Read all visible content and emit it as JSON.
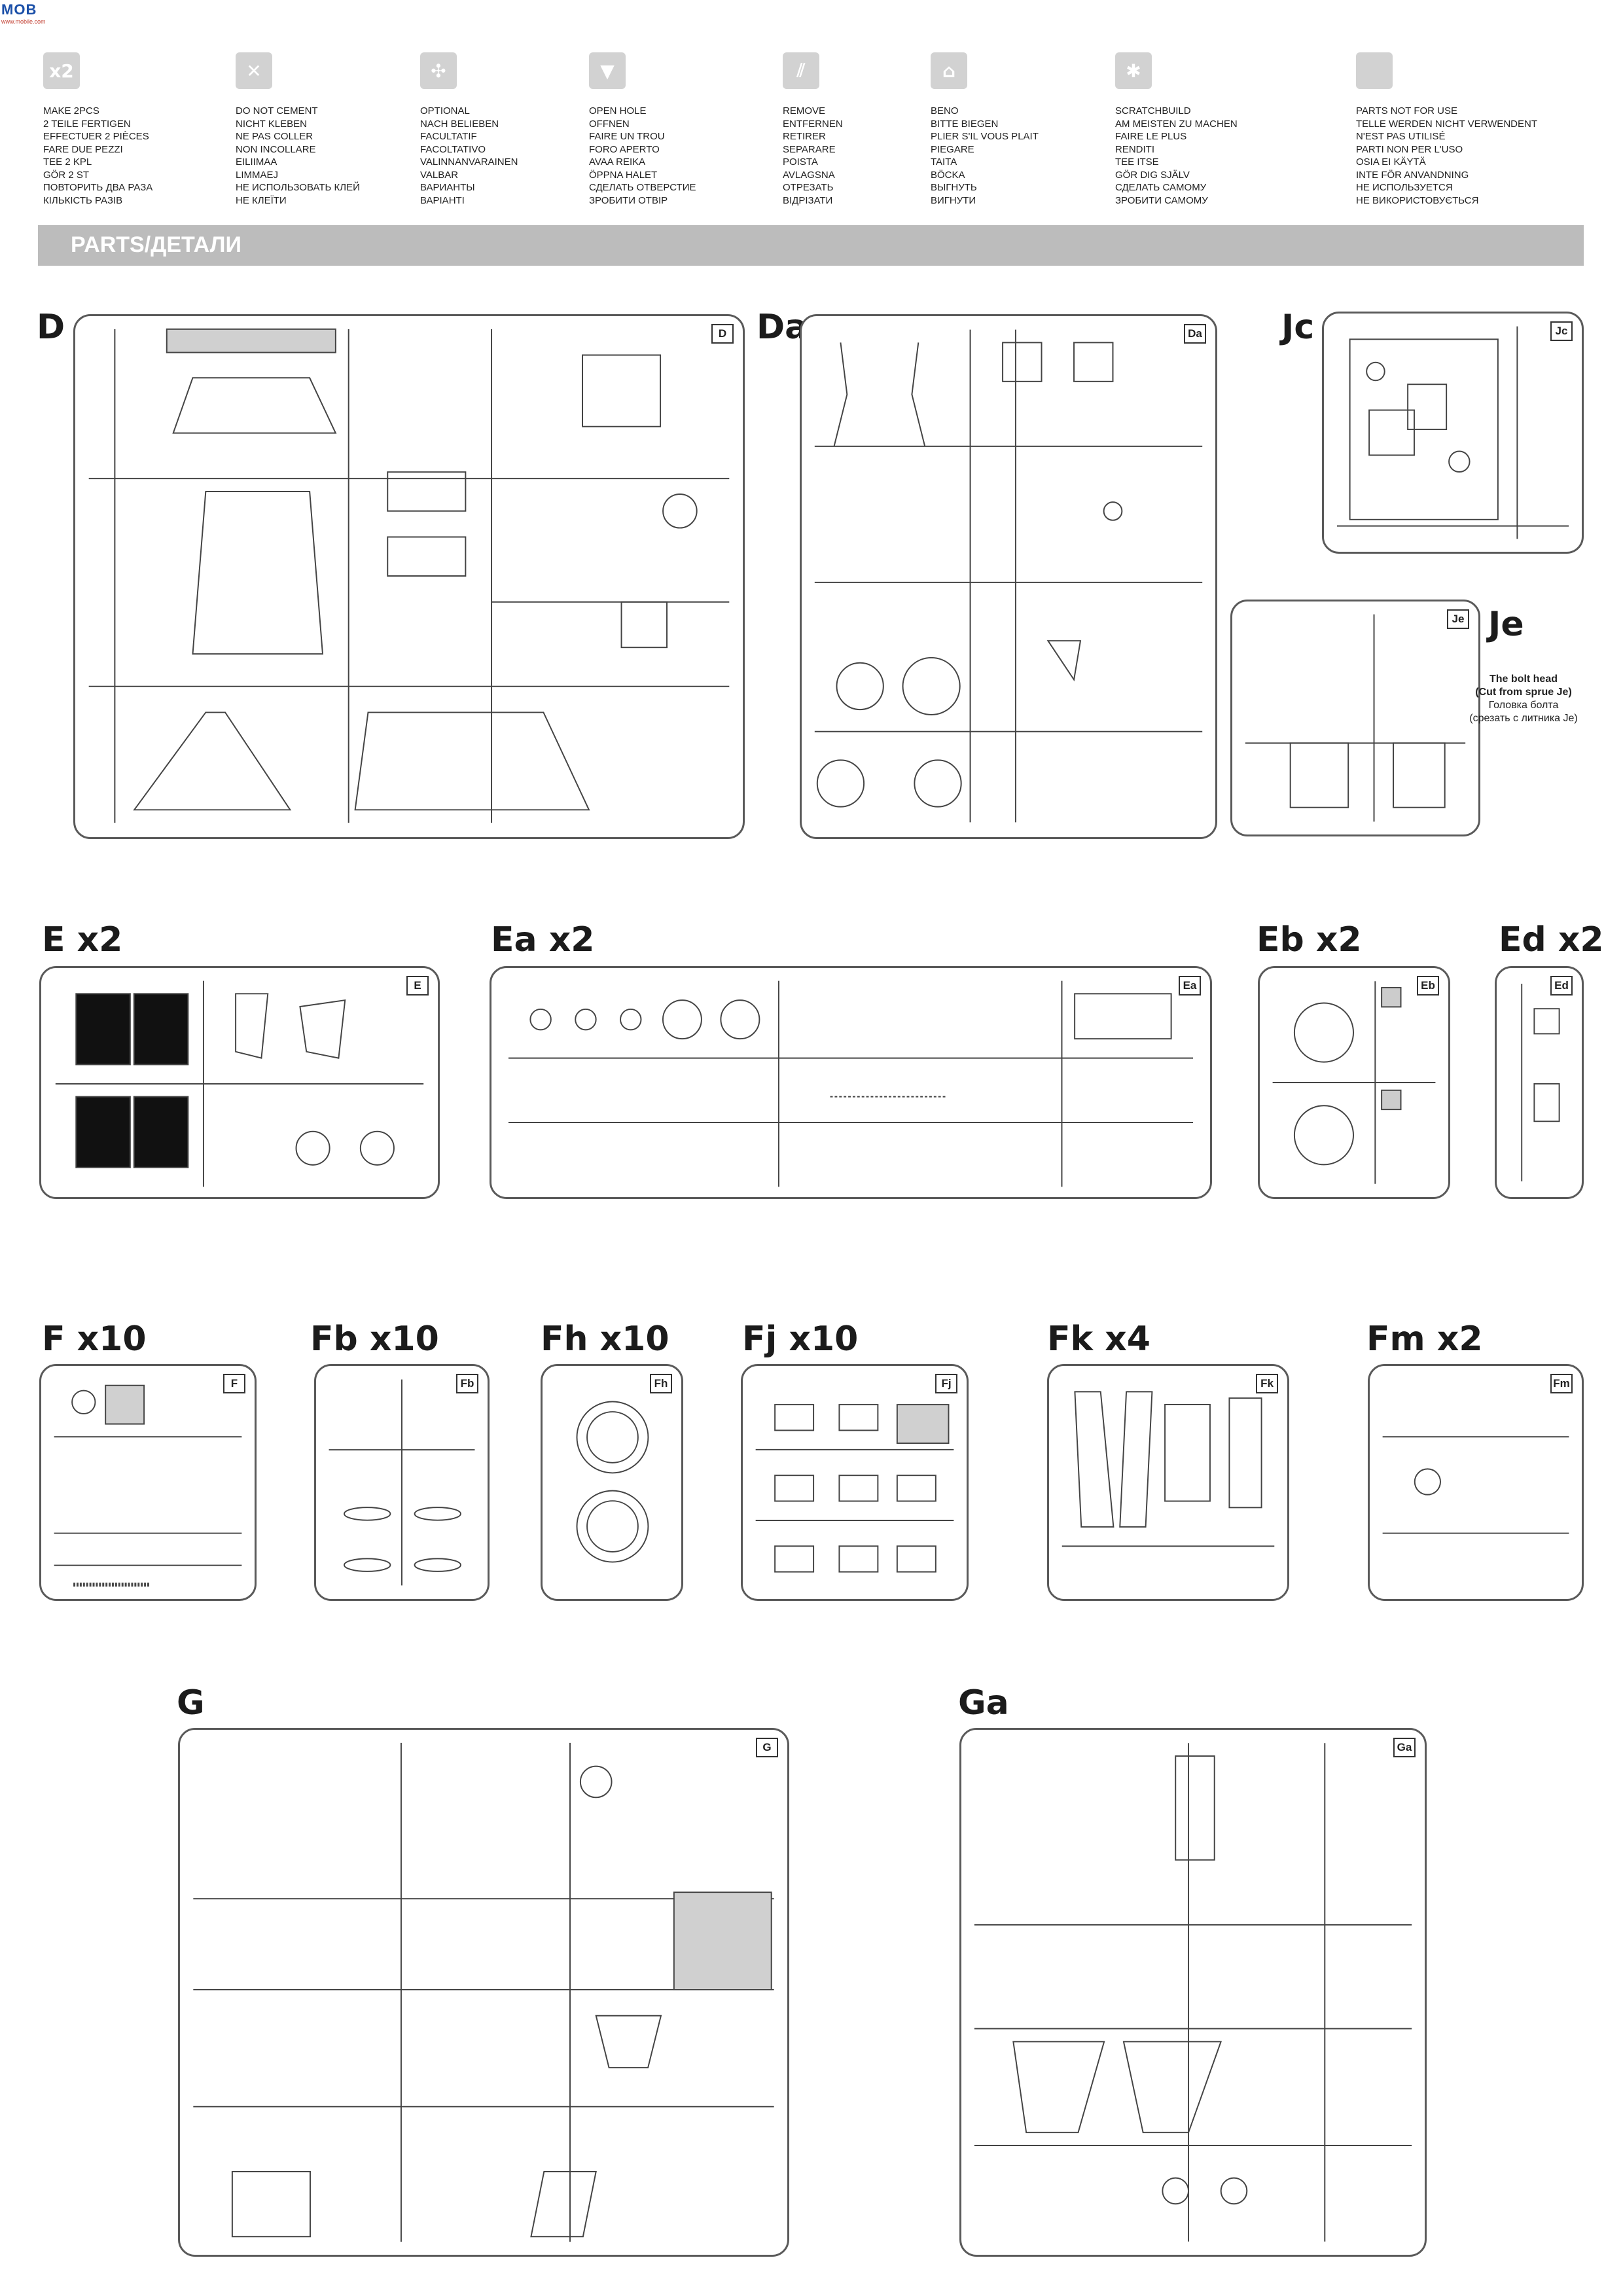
{
  "header": {
    "logo_text": "MOB",
    "logo_sub": "www.mobile.com"
  },
  "legend": [
    {
      "icon": "make-x2-icon",
      "glyph": "x2",
      "lines": [
        "MAKE 2pcs",
        "2 TEILE FERTIGEN",
        "EFFECTUER 2 PIÈCES",
        "FARE DUE PEZZI",
        "TEE 2 KPL",
        "GÖR 2 ST",
        "ПОВТОРИТЬ ДВА РАЗА",
        "КІЛЬКІСТЬ РАЗІВ"
      ]
    },
    {
      "icon": "do-not-cement-icon",
      "glyph": "✕",
      "lines": [
        "DO NOT CEMENT",
        "NICHT KLEBEN",
        "NE PAS COLLER",
        "NON INCOLLARE",
        "EILIIMAA",
        "LIMMAEJ",
        "НЕ ИСПОЛЬЗОВАТЬ КЛЕЙ",
        "НЕ КЛЕЇТИ"
      ]
    },
    {
      "icon": "optional-icon",
      "glyph": "✣",
      "lines": [
        "OPTIONAL",
        "NACH BELIEBEN",
        "FACULTATIF",
        "FACOLTATIVO",
        "VALINNANVARAINEN",
        "VALBAR",
        "ВАРИАНТЫ",
        "ВАРІАНТІ"
      ]
    },
    {
      "icon": "open-hole-icon",
      "glyph": "▼",
      "lines": [
        "OPEN  HOLE",
        "OFFNEN",
        "FAIRE UN TROU",
        "FORO APERTO",
        "AVAA REIKA",
        "ÖPPNA HALET",
        "СДЕЛАТЬ ОТВЕРСТИЕ",
        "ЗРОБИТИ ОТВІР"
      ]
    },
    {
      "icon": "remove-icon",
      "glyph": "⫽",
      "lines": [
        "REMOVE",
        "ENTFERNEN",
        "RETIRER",
        "SEPARARE",
        "POISTA",
        "AVLAGSNA",
        "ОТРЕЗАТЬ",
        "ВІДРІЗАТИ"
      ]
    },
    {
      "icon": "bend-icon",
      "glyph": "⌂",
      "lines": [
        "BENO",
        "BITTE BIEGEN",
        "PLIER S'IL VOUS PLAIT",
        "PIEGARE",
        "TAITA",
        "BÖCKA",
        "ВЫГНУТЬ",
        "ВИГНУТИ"
      ]
    },
    {
      "icon": "scratchbuild-icon",
      "glyph": "✱",
      "lines": [
        "SCRATCHBUILD",
        "AM MEISTEN ZU MACHEN",
        "FAIRE LE PLUS",
        "RENDITI",
        "TEE ITSE",
        "GÖR DIG SJÄLV",
        "СДЕЛАТЬ САМОМУ",
        "ЗРОБИТИ САМОМУ"
      ]
    },
    {
      "icon": "parts-not-used-icon",
      "glyph": "",
      "lines": [
        "PARTS NOT FOR USE",
        "TELLE WERDEN NICHT VERWENDENT",
        "N'EST PAS UTILISÉ",
        "PARTI NON PER  L'USO",
        "OSIA EI KÄYTÄ",
        "INTE FÖR ANVANDNING",
        "НЕ ИСПОЛЬЗУЕТСЯ",
        "НЕ ВИКОРИСТОВУЄТЬСЯ"
      ]
    }
  ],
  "section_title": "PARTS/ДЕТАЛИ",
  "sprues": {
    "D": {
      "label": "D",
      "tag": "D"
    },
    "Da": {
      "label": "Da",
      "tag": "Da"
    },
    "Jc": {
      "label": "Jc",
      "tag": "Jc"
    },
    "Je": {
      "label": "Je",
      "tag": "Je"
    },
    "E": {
      "label": "E x2",
      "tag": "E"
    },
    "Ea": {
      "label": "Ea x2",
      "tag": "Ea"
    },
    "Eb": {
      "label": "Eb x2",
      "tag": "Eb"
    },
    "Ed": {
      "label": "Ed x2",
      "tag": "Ed"
    },
    "F": {
      "label": "F x10",
      "tag": "F"
    },
    "Fb": {
      "label": "Fb x10",
      "tag": "Fb"
    },
    "Fh": {
      "label": "Fh x10",
      "tag": "Fh"
    },
    "Fj": {
      "label": "Fj x10",
      "tag": "Fj"
    },
    "Fk": {
      "label": "Fk x4",
      "tag": "Fk"
    },
    "Fm": {
      "label": "Fm x2",
      "tag": "Fm"
    },
    "G": {
      "label": "G",
      "tag": "G"
    },
    "Ga": {
      "label": "Ga",
      "tag": "Ga"
    }
  },
  "note": {
    "title": "The bolt head",
    "sub": "(Cut from sprue Je)",
    "ru1": "Головка болта",
    "ru2": "(срезать с литника Je)"
  }
}
